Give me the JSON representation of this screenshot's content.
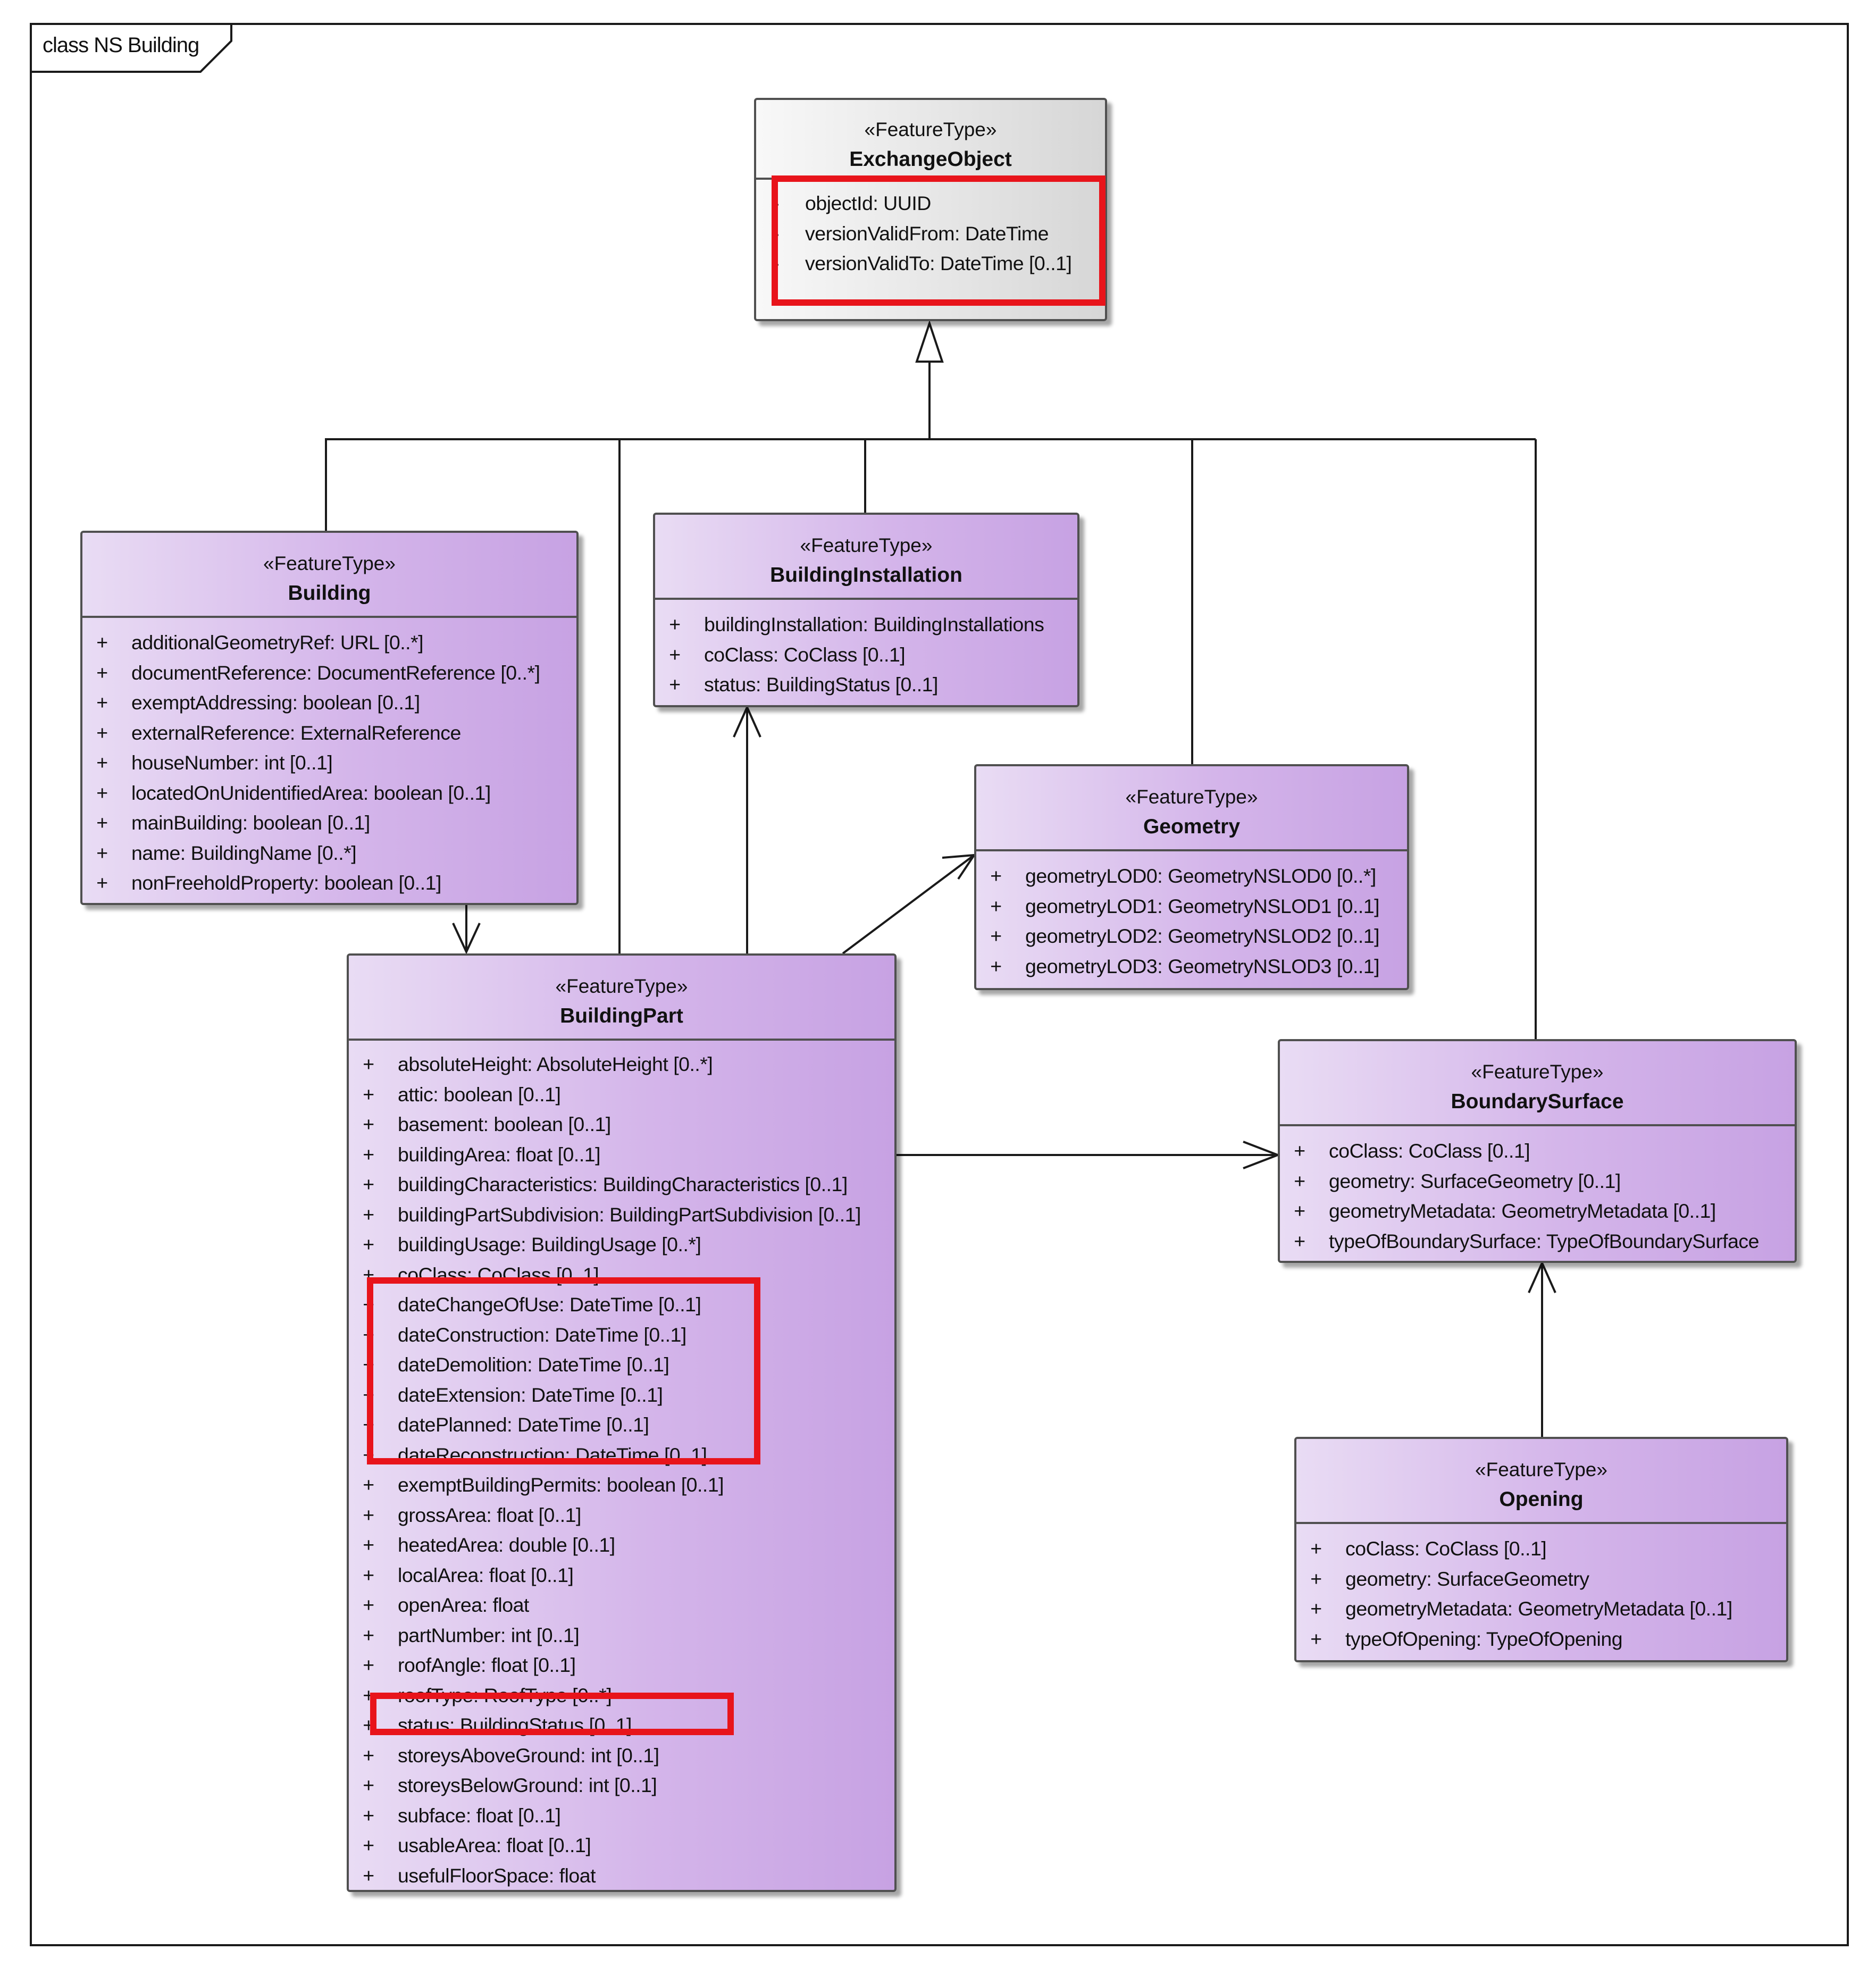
{
  "frame": {
    "label": "class NS Building"
  },
  "classes": {
    "exchange_object": {
      "stereotype": "«FeatureType»",
      "name": "ExchangeObject",
      "attributes": [
        {
          "vis": "-",
          "text": "objectId: UUID"
        },
        {
          "vis": "-",
          "text": "versionValidFrom: DateTime"
        },
        {
          "vis": "-",
          "text": "versionValidTo: DateTime [0..1]"
        }
      ]
    },
    "building": {
      "stereotype": "«FeatureType»",
      "name": "Building",
      "attributes": [
        {
          "vis": "+",
          "text": "additionalGeometryRef: URL [0..*]"
        },
        {
          "vis": "+",
          "text": "documentReference: DocumentReference [0..*]"
        },
        {
          "vis": "+",
          "text": "exemptAddressing: boolean [0..1]"
        },
        {
          "vis": "+",
          "text": "externalReference: ExternalReference"
        },
        {
          "vis": "+",
          "text": "houseNumber: int [0..1]"
        },
        {
          "vis": "+",
          "text": "locatedOnUnidentifiedArea: boolean [0..1]"
        },
        {
          "vis": "+",
          "text": "mainBuilding: boolean [0..1]"
        },
        {
          "vis": "+",
          "text": "name: BuildingName [0..*]"
        },
        {
          "vis": "+",
          "text": "nonFreeholdProperty: boolean [0..1]"
        }
      ]
    },
    "building_installation": {
      "stereotype": "«FeatureType»",
      "name": "BuildingInstallation",
      "attributes": [
        {
          "vis": "+",
          "text": "buildingInstallation: BuildingInstallations"
        },
        {
          "vis": "+",
          "text": "coClass: CoClass [0..1]"
        },
        {
          "vis": "+",
          "text": "status: BuildingStatus [0..1]"
        }
      ]
    },
    "geometry": {
      "stereotype": "«FeatureType»",
      "name": "Geometry",
      "attributes": [
        {
          "vis": "+",
          "text": "geometryLOD0: GeometryNSLOD0 [0..*]"
        },
        {
          "vis": "+",
          "text": "geometryLOD1: GeometryNSLOD1 [0..1]"
        },
        {
          "vis": "+",
          "text": "geometryLOD2: GeometryNSLOD2 [0..1]"
        },
        {
          "vis": "+",
          "text": "geometryLOD3: GeometryNSLOD3 [0..1]"
        }
      ]
    },
    "building_part": {
      "stereotype": "«FeatureType»",
      "name": "BuildingPart",
      "attributes": [
        {
          "vis": "+",
          "text": "absoluteHeight: AbsoluteHeight [0..*]"
        },
        {
          "vis": "+",
          "text": "attic: boolean [0..1]"
        },
        {
          "vis": "+",
          "text": "basement: boolean [0..1]"
        },
        {
          "vis": "+",
          "text": "buildingArea: float [0..1]"
        },
        {
          "vis": "+",
          "text": "buildingCharacteristics: BuildingCharacteristics [0..1]"
        },
        {
          "vis": "+",
          "text": "buildingPartSubdivision: BuildingPartSubdivision [0..1]"
        },
        {
          "vis": "+",
          "text": "buildingUsage: BuildingUsage [0..*]"
        },
        {
          "vis": "+",
          "text": "coClass: CoClass [0..1]"
        },
        {
          "vis": "+",
          "text": "dateChangeOfUse: DateTime [0..1]"
        },
        {
          "vis": "+",
          "text": "dateConstruction: DateTime [0..1]"
        },
        {
          "vis": "+",
          "text": "dateDemolition: DateTime [0..1]"
        },
        {
          "vis": "+",
          "text": "dateExtension: DateTime [0..1]"
        },
        {
          "vis": "+",
          "text": "datePlanned: DateTime [0..1]"
        },
        {
          "vis": "+",
          "text": "dateReconstruction: DateTime [0..1]"
        },
        {
          "vis": "+",
          "text": "exemptBuildingPermits: boolean [0..1]"
        },
        {
          "vis": "+",
          "text": "grossArea: float [0..1]"
        },
        {
          "vis": "+",
          "text": "heatedArea: double [0..1]"
        },
        {
          "vis": "+",
          "text": "localArea: float [0..1]"
        },
        {
          "vis": "+",
          "text": "openArea: float"
        },
        {
          "vis": "+",
          "text": "partNumber: int [0..1]"
        },
        {
          "vis": "+",
          "text": "roofAngle: float [0..1]"
        },
        {
          "vis": "+",
          "text": "roofType: RoofType [0..*]"
        },
        {
          "vis": "+",
          "text": "status: BuildingStatus [0..1]"
        },
        {
          "vis": "+",
          "text": "storeysAboveGround: int [0..1]"
        },
        {
          "vis": "+",
          "text": "storeysBelowGround: int [0..1]"
        },
        {
          "vis": "+",
          "text": "subface: float [0..1]"
        },
        {
          "vis": "+",
          "text": "usableArea: float [0..1]"
        },
        {
          "vis": "+",
          "text": "usefulFloorSpace: float"
        }
      ]
    },
    "boundary_surface": {
      "stereotype": "«FeatureType»",
      "name": "BoundarySurface",
      "attributes": [
        {
          "vis": "+",
          "text": "coClass: CoClass [0..1]"
        },
        {
          "vis": "+",
          "text": "geometry: SurfaceGeometry [0..1]"
        },
        {
          "vis": "+",
          "text": "geometryMetadata: GeometryMetadata [0..1]"
        },
        {
          "vis": "+",
          "text": "typeOfBoundarySurface: TypeOfBoundarySurface"
        }
      ]
    },
    "opening": {
      "stereotype": "«FeatureType»",
      "name": "Opening",
      "attributes": [
        {
          "vis": "+",
          "text": "coClass: CoClass [0..1]"
        },
        {
          "vis": "+",
          "text": "geometry: SurfaceGeometry"
        },
        {
          "vis": "+",
          "text": "geometryMetadata: GeometryMetadata [0..1]"
        },
        {
          "vis": "+",
          "text": "typeOfOpening: TypeOfOpening"
        }
      ]
    }
  },
  "relations": [
    {
      "type": "generalization",
      "from": "building",
      "to": "exchange_object"
    },
    {
      "type": "generalization",
      "from": "building_part",
      "to": "exchange_object"
    },
    {
      "type": "generalization",
      "from": "building_installation",
      "to": "exchange_object"
    },
    {
      "type": "generalization",
      "from": "geometry",
      "to": "exchange_object"
    },
    {
      "type": "generalization",
      "from": "boundary_surface",
      "to": "exchange_object"
    },
    {
      "type": "association",
      "from": "building",
      "to": "building_part"
    },
    {
      "type": "association",
      "from": "building_part",
      "to": "building_installation"
    },
    {
      "type": "association",
      "from": "building_part",
      "to": "geometry"
    },
    {
      "type": "association",
      "from": "building_part",
      "to": "boundary_surface"
    },
    {
      "type": "association",
      "from": "opening",
      "to": "boundary_surface"
    }
  ],
  "colors": {
    "class_fill": "#d4b5ea",
    "base_class_fill": "#e4e4e4",
    "line": "#1a1a1a",
    "highlight": "#e8141b"
  }
}
